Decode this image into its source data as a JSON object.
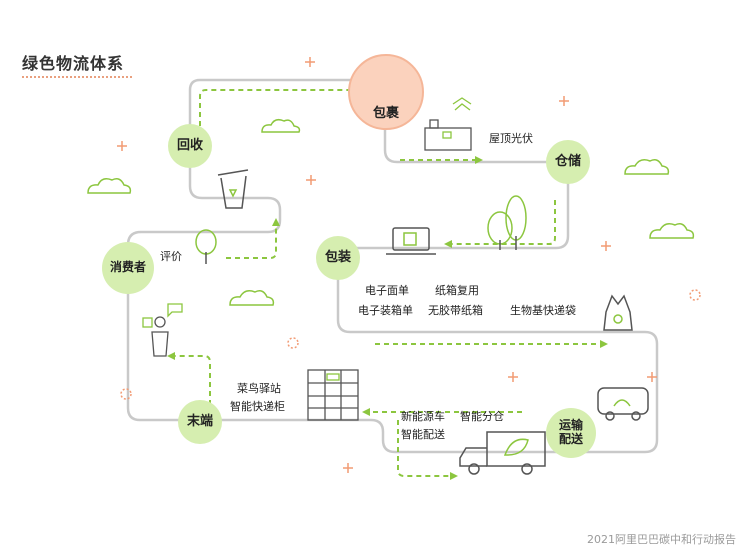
{
  "title": "绿色物流体系",
  "nodes": {
    "package": "包裹",
    "warehouse": "仓储",
    "packaging": "包装",
    "transport_line1": "运输",
    "transport_line2": "配送",
    "last_mile": "末端",
    "consumer": "消费者",
    "recycle": "回收"
  },
  "labels": {
    "rooftop_solar": "屋顶光伏",
    "e_waybill": "电子面单",
    "box_reuse": "纸箱复用",
    "e_packing_list": "电子装箱单",
    "tapeless_box": "无胶带纸箱",
    "bio_bag": "生物基快递袋",
    "new_energy_vehicle": "新能源车",
    "smart_sorting": "智能分仓",
    "smart_delivery": "智能配送",
    "cainiao_station": "菜鸟驿站",
    "smart_locker": "智能快递柜",
    "review": "评价"
  },
  "footer": "2021阿里巴巴碳中和行动报告",
  "colors": {
    "green": "#8cc63f",
    "light_green": "#d6eeb0",
    "orange": "#f29b74",
    "light_orange": "#fbd2bd",
    "path_grey": "#c9c9c9",
    "icon_grey": "#555555"
  },
  "icons": [
    "box-icon",
    "solar-factory-icon",
    "tree-icon",
    "laptop-icon",
    "biodegradable-bag-icon",
    "ev-truck-icon",
    "delivery-truck-icon",
    "locker-icon",
    "person-icon",
    "recycle-bin-icon",
    "cloud-icon",
    "sparkle-icon"
  ]
}
